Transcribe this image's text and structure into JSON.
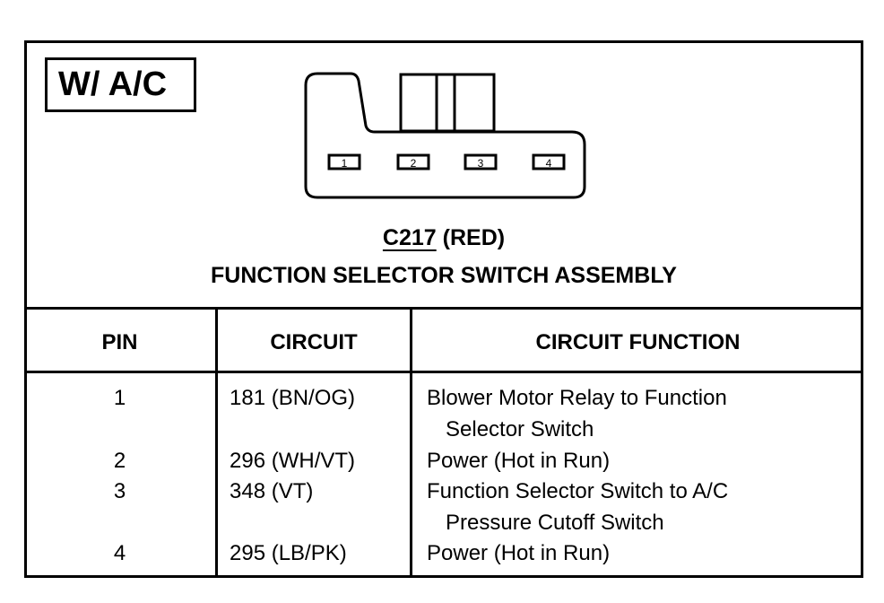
{
  "badge": "W/ A/C",
  "connector": {
    "pins": [
      "1",
      "2",
      "3",
      "4"
    ]
  },
  "caption": {
    "connector_id": "C217",
    "color_note": "(RED)",
    "assembly": "FUNCTION SELECTOR SWITCH ASSEMBLY"
  },
  "table": {
    "headers": {
      "pin": "PIN",
      "circuit": "CIRCUIT",
      "function": "CIRCUIT FUNCTION"
    },
    "rows": [
      {
        "pin": "1",
        "circuit": "181 (BN/OG)",
        "function_line1": "Blower Motor Relay to Function",
        "function_line2": "Selector Switch"
      },
      {
        "pin": "2",
        "circuit": "296 (WH/VT)",
        "function_line1": "Power (Hot in Run)"
      },
      {
        "pin": "3",
        "circuit": "348 (VT)",
        "function_line1": "Function Selector Switch to A/C",
        "function_line2": "Pressure Cutoff Switch"
      },
      {
        "pin": "4",
        "circuit": "295 (LB/PK)",
        "function_line1": "Power (Hot in Run)"
      }
    ]
  }
}
